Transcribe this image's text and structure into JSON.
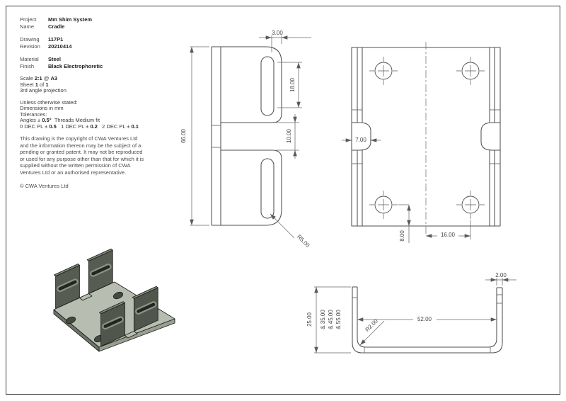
{
  "title": {
    "rows": [
      {
        "label": "Project",
        "value": "Mm Shim System"
      },
      {
        "label": "Name",
        "value": "Cradle"
      },
      {
        "label": "Drawing",
        "value": "117P1"
      },
      {
        "label": "Revision",
        "value": "20210414"
      },
      {
        "label": "Material",
        "value": "Steel"
      },
      {
        "label": "Finish",
        "value": "Black Electrophoretic"
      }
    ],
    "scale": {
      "label": "Scale",
      "value": "2:1",
      "at": "@",
      "size": "A3"
    },
    "sheet": {
      "label": "Sheet",
      "num": "1",
      "of": "of",
      "total": "1"
    },
    "projection": "3rd angle projection",
    "notes": [
      "Unless otherwise stated:",
      "Dimensions in mm",
      "Tolerances:"
    ],
    "tol_angles": {
      "label": "Angles ±",
      "value": "0.5°",
      "threads": "Threads Medium fit"
    },
    "tol_dec": [
      {
        "label": "0 DEC PL ±",
        "value": "0.5"
      },
      {
        "label": "1 DEC PL ±",
        "value": "0.2"
      },
      {
        "label": "2 DEC PL ±",
        "value": "0.1"
      }
    ],
    "copyright_lines": [
      "This drawing is the copyright of CWA Ventures Ltd",
      "and the information thereon may be the subject of a",
      "pending or granted patent. It may not be reproduced",
      "or used for any purpose other than that for which it is",
      "supplied without the written permission of CWA",
      "Ventures Ltd or an authorised representative."
    ],
    "copyright_footer": "© CWA Ventures Ltd"
  },
  "dims": {
    "front": {
      "tab_offset": "3.00",
      "slot_length": "18.00",
      "overall_height": "66.00",
      "gap": "10.00",
      "radius": "R5.00"
    },
    "plate": {
      "flange_width": "7.00",
      "hole_offset_x": "16.00",
      "hole_offset_y": "8.00"
    },
    "channel": {
      "thickness": "2.00",
      "inner_width": "52.00",
      "height": "25.00",
      "height_options": [
        "& 35.00",
        "& 45.00",
        "& 55.00"
      ],
      "bend_radius": "R2.00"
    }
  },
  "colors": {
    "line": "#4f4f4f",
    "dim_line": "#6a6a6a",
    "text": "#3d3d3d",
    "part_top": "#b8beb2",
    "part_tab": "#565c51",
    "part_edge": "#858d7e"
  }
}
